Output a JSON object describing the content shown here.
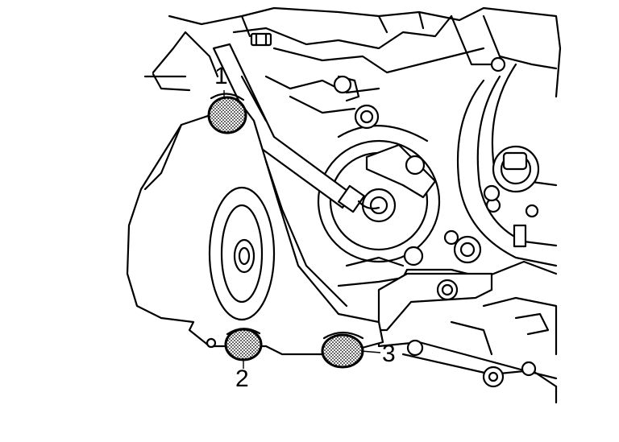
{
  "callouts": [
    {
      "id": "1",
      "text": "1"
    },
    {
      "id": "2",
      "text": "2"
    },
    {
      "id": "3",
      "text": "3"
    }
  ],
  "colors": {
    "line": "#000000",
    "background": "#ffffff",
    "fastener_fill": "#9a9a9a"
  }
}
